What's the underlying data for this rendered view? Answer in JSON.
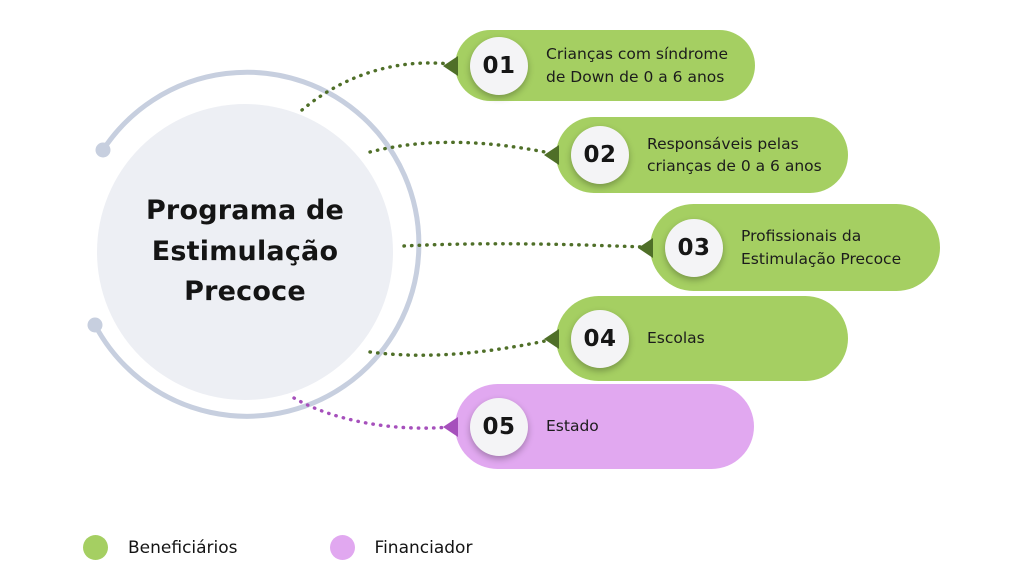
{
  "title": {
    "lines": [
      "Programa de",
      "Estimulação",
      "Precoce"
    ]
  },
  "items": [
    {
      "number": "01",
      "label": "Crianças com síndrome de Down de 0 a 6 anos",
      "type": "beneficiary"
    },
    {
      "number": "02",
      "label": "Responsáveis pelas crianças de 0 a 6 anos",
      "type": "beneficiary"
    },
    {
      "number": "03",
      "label": "Profissionais da Estimulação Precoce",
      "type": "beneficiary"
    },
    {
      "number": "04",
      "label": "Escolas",
      "type": "beneficiary"
    },
    {
      "number": "05",
      "label": "Estado",
      "type": "financier"
    }
  ],
  "legend": [
    {
      "label": "Beneficiários",
      "color": "#a5cf62"
    },
    {
      "label": "Financiador",
      "color": "#e1a8f0"
    }
  ],
  "colors": {
    "beneficiary_pill": "#a5cf62",
    "financier_pill": "#e1a8f0",
    "connector_green": "#4f6f28",
    "connector_purple": "#a650bc",
    "center_circle_fill": "#edeff4",
    "ring": "#c7cfdf",
    "number_badge": "#f4f4f6"
  }
}
